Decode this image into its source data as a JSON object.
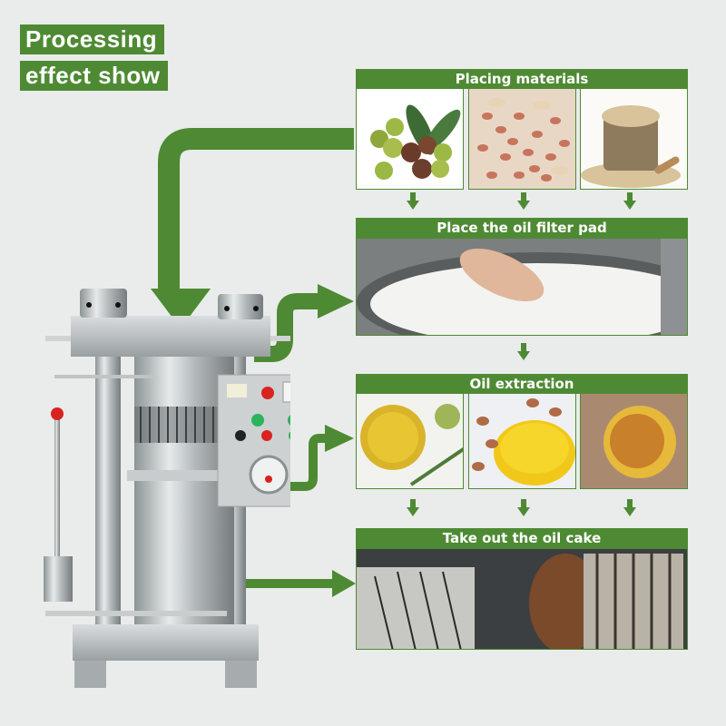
{
  "header": {
    "line1": "Processing",
    "line2": "effect show"
  },
  "steps": [
    {
      "title": "Placing materials",
      "images": [
        {
          "name": "olives",
          "alt": "Green and purple olives with leaves"
        },
        {
          "name": "peanuts",
          "alt": "Red-skinned peanuts with shells"
        },
        {
          "name": "sesame",
          "alt": "Sesame seeds in a burlap sack with wooden scoop"
        }
      ]
    },
    {
      "title": "Place the oil filter pad",
      "images": [
        {
          "name": "filter-pad",
          "alt": "Hand placing white filter pad in press chamber"
        }
      ]
    },
    {
      "title": "Oil extraction",
      "images": [
        {
          "name": "olive-oil",
          "alt": "Bowl of olive oil with olives"
        },
        {
          "name": "peanut-oil",
          "alt": "Jug of peanut oil with peanuts"
        },
        {
          "name": "sesame-oil",
          "alt": "Bowl of sesame oil on sesame seeds"
        }
      ]
    },
    {
      "title": "Take out the oil cake",
      "images": [
        {
          "name": "oil-cake",
          "alt": "Pressed oil cake removed from press cylinder"
        }
      ]
    }
  ],
  "machine": {
    "alt": "Stainless steel hydraulic oil press machine with control panel"
  },
  "colors": {
    "accent_green": "#4e8a33",
    "background": "#e9ecea"
  }
}
